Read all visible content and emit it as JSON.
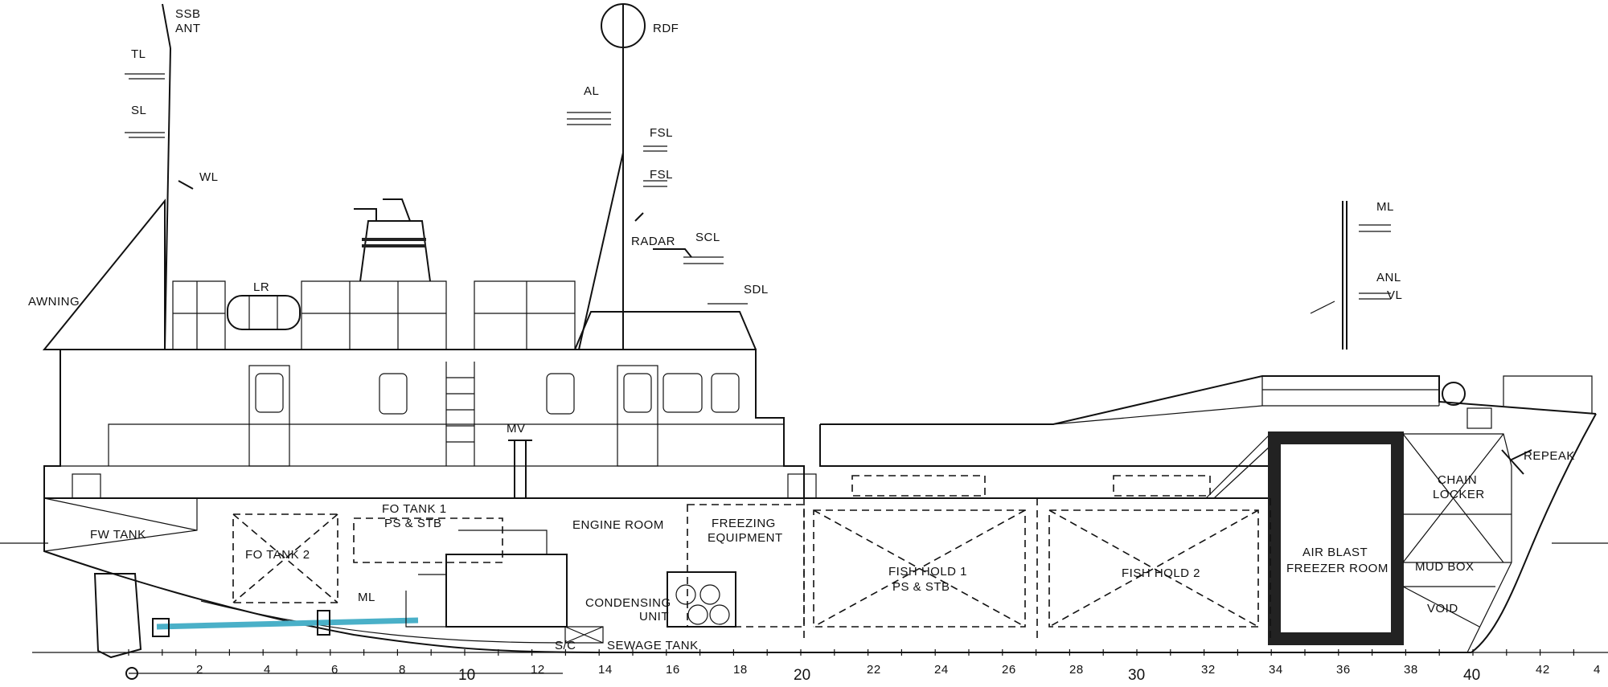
{
  "labels": {
    "ssb_ant_1": "SSB",
    "ssb_ant_2": "ANT",
    "tl": "TL",
    "sl": "SL",
    "wl": "WL",
    "rdf": "RDF",
    "al": "AL",
    "fsl_1": "FSL",
    "fsl_2": "FSL",
    "radar": "RADAR",
    "scl": "SCL",
    "sdl": "SDL",
    "ml_mast": "ML",
    "anl": "ANL",
    "vl": "VL",
    "awning": "AWNING",
    "lr": "LR",
    "mv": "MV",
    "repeak": "REPEAK",
    "chain_locker_1": "CHAIN",
    "chain_locker_2": "LOCKER",
    "fw_tank": "FW TANK",
    "fo_tank_2": "FO TANK 2",
    "fo_tank_1_a": "FO TANK 1",
    "fo_tank_1_b": "PS & STB",
    "engine_room": "ENGINE ROOM",
    "freezing_1": "FREEZING",
    "freezing_2": "EQUIPMENT",
    "condensing_1": "CONDENSING",
    "condensing_2": "UNIT",
    "ml_shaft": "ML",
    "sc": "S/C",
    "sewage_tank": "SEWAGE TANK",
    "fish_hold_1_a": "FISH HOLD 1",
    "fish_hold_1_b": "PS & STB",
    "fish_hold_2": "FISH HOLD 2",
    "air_blast_1": "AIR BLAST",
    "air_blast_2": "FREEZER ROOM",
    "mud_box": "MUD BOX",
    "void": "VOID"
  },
  "frames": {
    "small": [
      "2",
      "4",
      "6",
      "8",
      "12",
      "14",
      "16",
      "18",
      "22",
      "24",
      "26",
      "28",
      "32",
      "34",
      "36",
      "38",
      "42",
      "4"
    ],
    "large": [
      "10",
      "20",
      "30",
      "40"
    ]
  }
}
